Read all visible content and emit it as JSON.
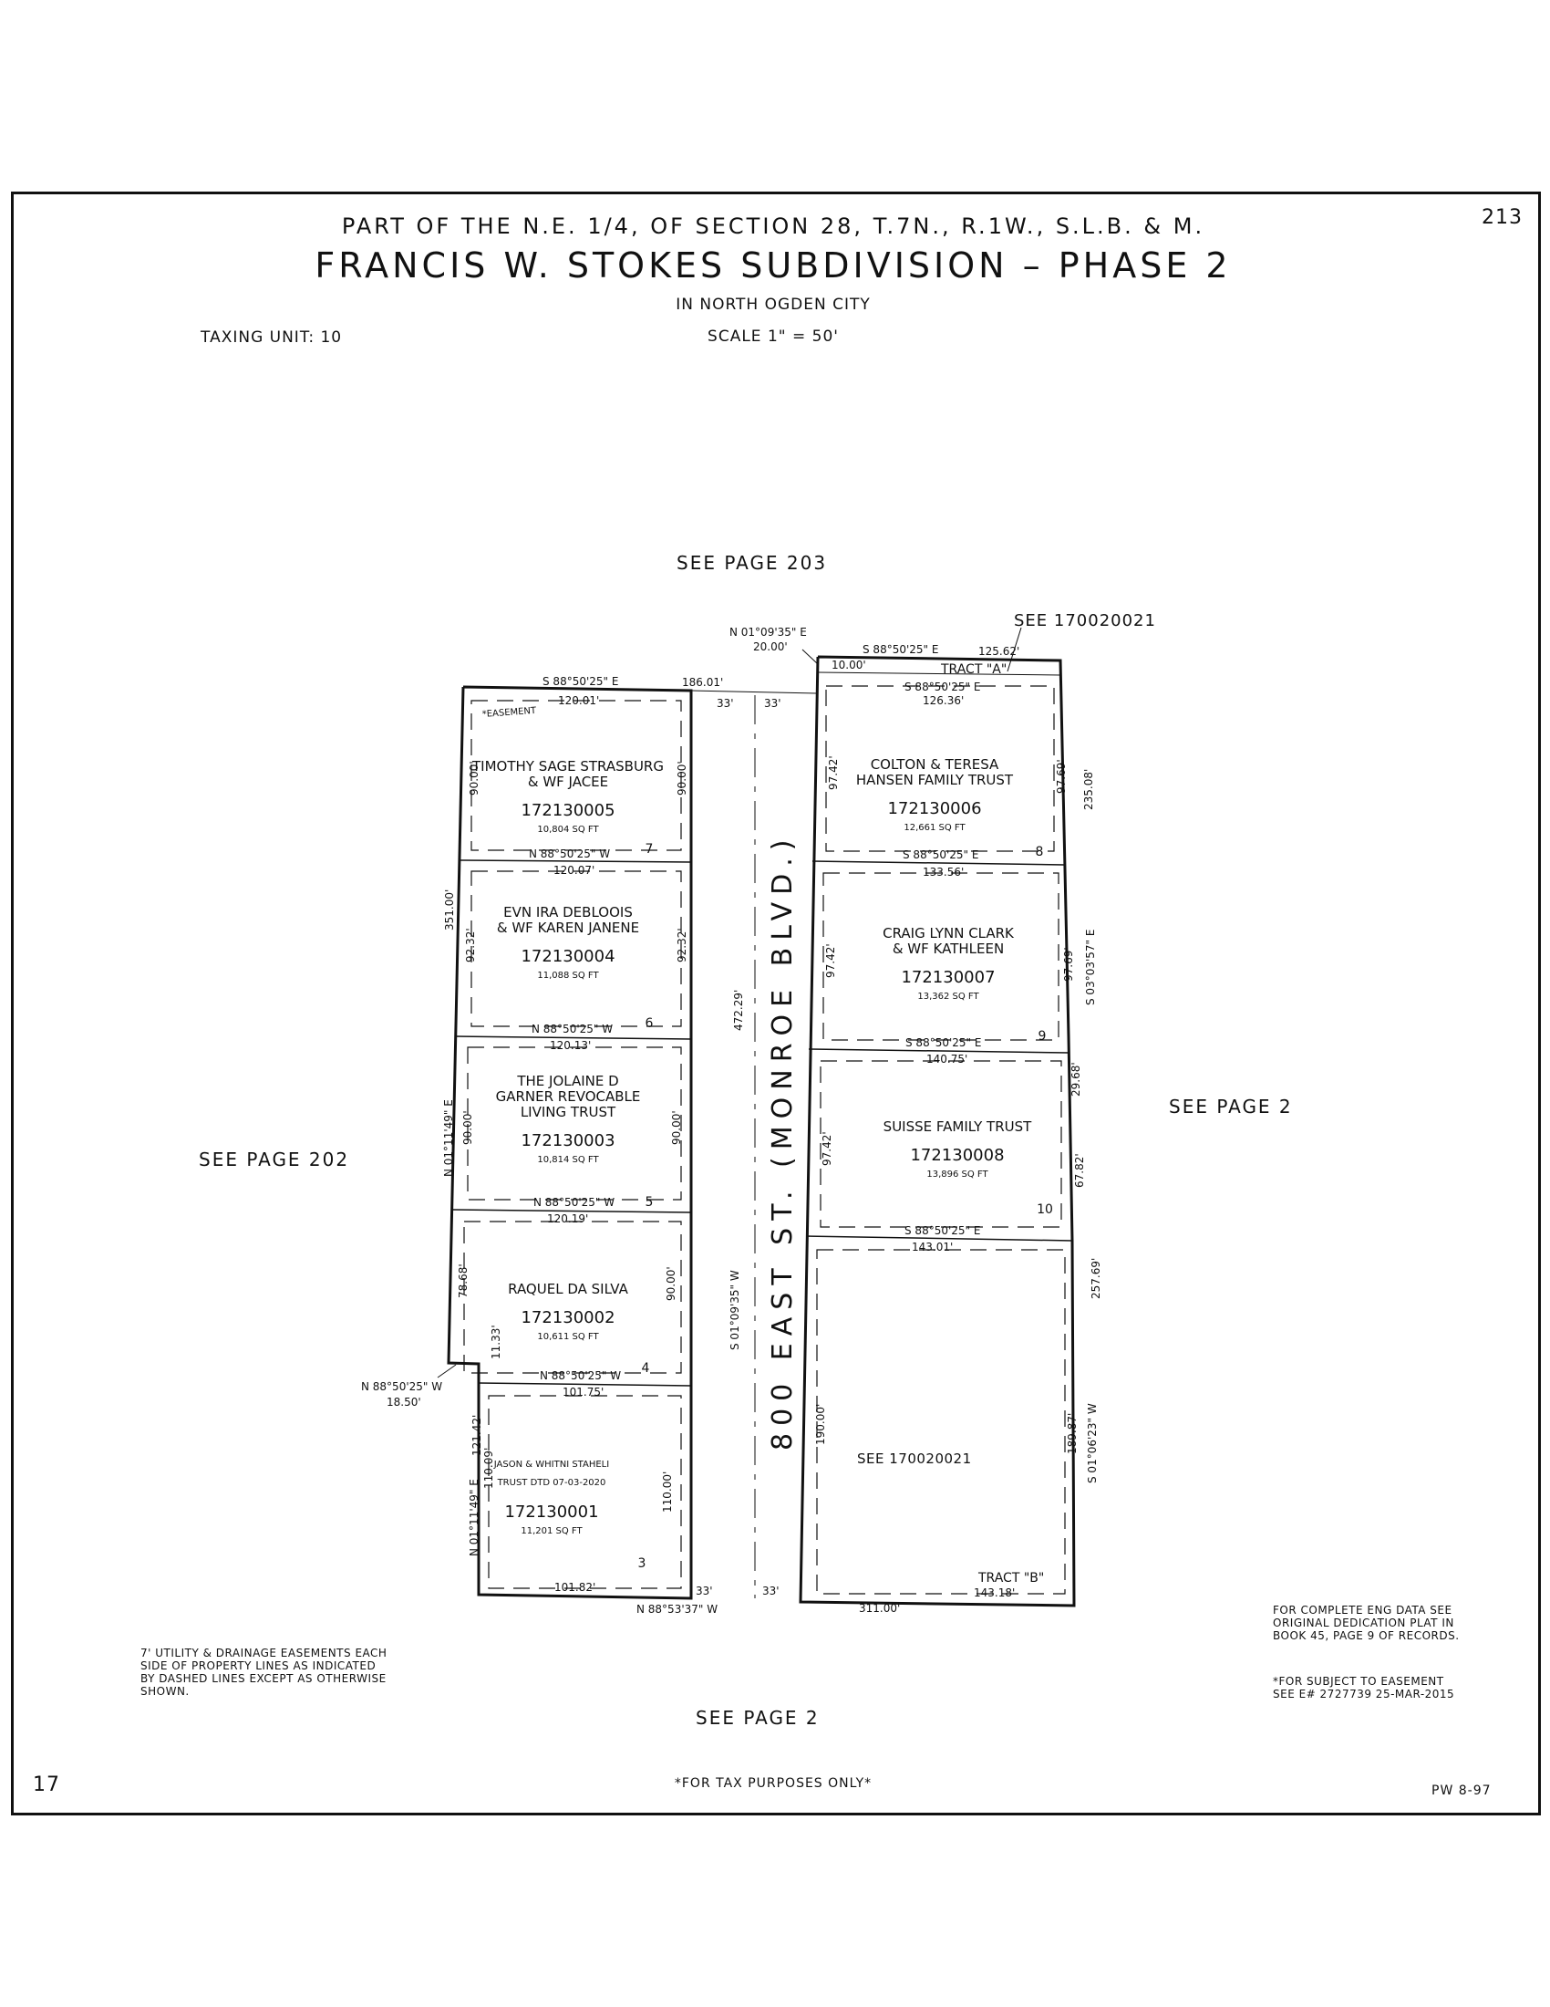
{
  "header": {
    "line1": "PART OF THE N.E. 1/4, OF SECTION 28, T.7N., R.1W., S.L.B. & M.",
    "title": "FRANCIS W. STOKES SUBDIVISION – PHASE 2",
    "city": "IN NORTH OGDEN CITY",
    "scale": "SCALE 1\" = 50'",
    "taxing_unit": "TAXING UNIT: 10",
    "page_number": "213"
  },
  "references": {
    "top": "SEE PAGE 203",
    "left": "SEE PAGE 202",
    "right": "SEE PAGE 2",
    "bottom": "SEE PAGE 2",
    "top_right_parcel": "SEE 170020021",
    "tract_b_parcel": "SEE 170020021"
  },
  "street": {
    "name": "800 EAST ST. (MONROE BLVD.)",
    "length": "472.29'",
    "bearing": "S 01°09'35\" W",
    "half_width": "33'"
  },
  "lots": [
    {
      "lot": "7",
      "owner": [
        "TIMOTHY SAGE STRASBURG",
        "& WF JACEE"
      ],
      "parcel": "172130005",
      "area": "10,804 SQ FT"
    },
    {
      "lot": "6",
      "owner": [
        "EVN IRA DEBLOOIS",
        "& WF KAREN JANENE"
      ],
      "parcel": "172130004",
      "area": "11,088 SQ FT"
    },
    {
      "lot": "5",
      "owner": [
        "THE JOLAINE D",
        "GARNER REVOCABLE",
        "LIVING TRUST"
      ],
      "parcel": "172130003",
      "area": "10,814 SQ FT"
    },
    {
      "lot": "4",
      "owner": [
        "RAQUEL DA SILVA"
      ],
      "parcel": "172130002",
      "area": "10,611 SQ FT"
    },
    {
      "lot": "3",
      "owner": [
        "JASON & WHITNI STAHELI",
        "TRUST DTD 07-03-2020"
      ],
      "parcel": "172130001",
      "area": "11,201 SQ FT"
    },
    {
      "lot": "8",
      "owner": [
        "COLTON & TERESA",
        "HANSEN FAMILY TRUST"
      ],
      "parcel": "172130006",
      "area": "12,661 SQ FT"
    },
    {
      "lot": "9",
      "owner": [
        "CRAIG LYNN CLARK",
        "& WF KATHLEEN"
      ],
      "parcel": "172130007",
      "area": "13,362 SQ FT"
    },
    {
      "lot": "10",
      "owner": [
        "SUISSE FAMILY TRUST"
      ],
      "parcel": "172130008",
      "area": "13,896 SQ FT"
    }
  ],
  "tracts": {
    "a": "TRACT \"A\"",
    "b": "TRACT \"B\""
  },
  "easement_label": "*EASEMENT",
  "dims": {
    "top_left_bearing": "S 88°50'25\" E",
    "top_left_total": "186.01'",
    "n_bearing": "N 01°09'35\" E",
    "n_twenty": "20.00'",
    "top_right_bearing": "S 88°50'25\" E",
    "top_right_len": "125.62'",
    "ten": "10.00'",
    "lot7_top": "120.01'",
    "lot7_side": "90.00'",
    "lot7_rside": "90.00'",
    "b76_bearing": "N 88°50'25\" W",
    "b76_len": "120.07'",
    "west_total": "351.00'",
    "lot6_side": "92.32'",
    "lot6_rside": "92.32'",
    "b65_bearing": "N 88°50'25\" W",
    "b65_len": "120.13'",
    "west_bearing": "N 01°11'49\" E",
    "lot5_side": "90.00'",
    "lot5_rside": "90.00'",
    "b54_bearing": "N 88°50'25\" W",
    "b54_len": "120.19'",
    "lot4_side": "78.68'",
    "lot4_rside": "90.00'",
    "jog_len": "11.33'",
    "jog_bearing": "N 88°50'25\" W",
    "jog_dist": "18.50'",
    "b43_bearing": "N 88°50'25\" W",
    "b43_len": "101.75'",
    "west_total2": "121.42'",
    "lot3_side": "110.09'",
    "lot3_rside": "110.00'",
    "west_bearing2": "N 01°11'49\" E",
    "lot3_bottom": "101.82'",
    "bottom_bearing": "N 88°53'37\" W",
    "bottom_len": "311.00'",
    "lot8_top_bearing": "S 88°50'25\" E",
    "lot8_top": "126.36'",
    "lot8_side": "97.42'",
    "lot8_rside": "97.69'",
    "east_total1": "235.08'",
    "b89_bearing": "S 88°50'25\" E",
    "b89_len": "133.56'",
    "lot9_side": "97.42'",
    "lot9_rside": "97.69'",
    "east_bearing": "S 03°03'57\" E",
    "b910_bearing": "S 88°50'25\" E",
    "b910_len": "140.75'",
    "lot10_side": "97.42'",
    "lot10_r1": "29.68'",
    "lot10_r2": "67.82'",
    "b10b_bearing": "S 88°50'25\" E",
    "b10b_len": "143.01'",
    "tractb_side": "190.00'",
    "east_total2": "257.69'",
    "tractb_r": "189.87'",
    "east_bearing2": "S 01°06'23\" W",
    "tractb_bottom": "143.18'"
  },
  "notes": {
    "easement_note": "7' UTILITY & DRAINAGE EASEMENTS EACH\nSIDE OF PROPERTY LINES AS INDICATED\nBY DASHED LINES EXCEPT AS OTHERWISE\nSHOWN.",
    "eng_note": "FOR COMPLETE ENG DATA SEE\nORIGINAL DEDICATION PLAT IN\nBOOK 45, PAGE 9 OF RECORDS.",
    "subject_note": "*FOR SUBJECT TO EASEMENT\nSEE E# 2727739 25-MAR-2015",
    "tax_note": "*FOR TAX PURPOSES ONLY*",
    "left_page": "17",
    "right_code": "PW 8-97"
  }
}
